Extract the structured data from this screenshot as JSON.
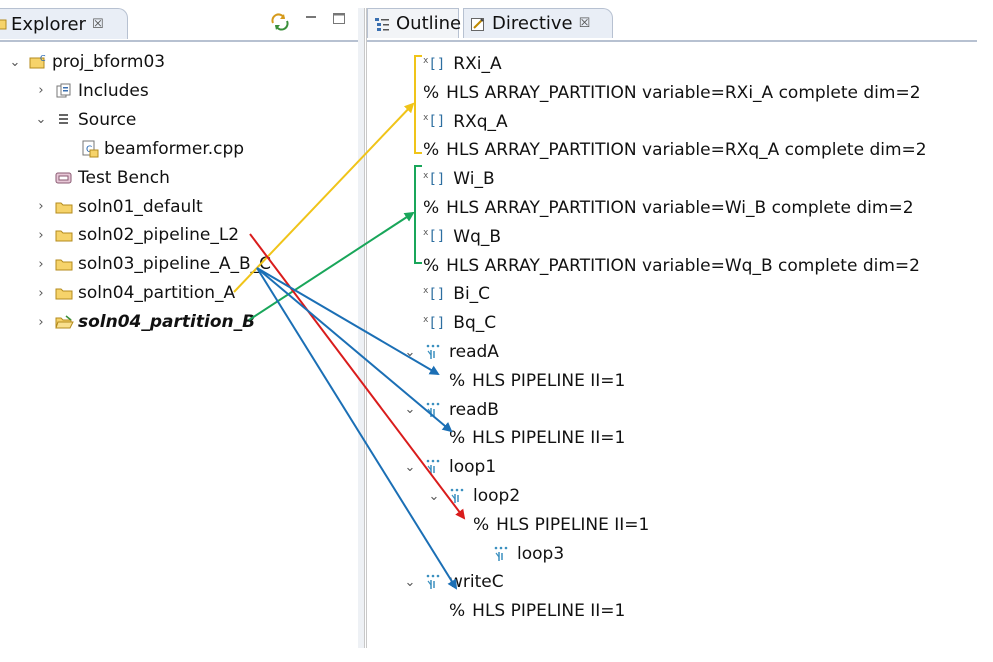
{
  "explorer": {
    "tab_label": "Explorer",
    "tab_close": "☒",
    "tree": [
      {
        "label": "proj_bform03",
        "indent": 0,
        "twisty": "⌄",
        "icon": "project-icon",
        "bold": false
      },
      {
        "label": "Includes",
        "indent": 1,
        "twisty": "›",
        "icon": "includes-icon",
        "bold": false
      },
      {
        "label": "Source",
        "indent": 1,
        "twisty": "⌄",
        "icon": "source-icon",
        "bold": false
      },
      {
        "label": "beamformer.cpp",
        "indent": 2,
        "twisty": "",
        "icon": "cpp-file-icon",
        "bold": false
      },
      {
        "label": "Test Bench",
        "indent": 1,
        "twisty": "",
        "icon": "test-bench-icon",
        "bold": false
      },
      {
        "label": "soln01_default",
        "indent": 1,
        "twisty": "›",
        "icon": "folder-icon",
        "bold": false
      },
      {
        "label": "soln02_pipeline_L2",
        "indent": 1,
        "twisty": "›",
        "icon": "folder-icon",
        "bold": false
      },
      {
        "label": "soln03_pipeline_A_B_C",
        "indent": 1,
        "twisty": "›",
        "icon": "folder-icon",
        "bold": false
      },
      {
        "label": "soln04_partition_A",
        "indent": 1,
        "twisty": "›",
        "icon": "folder-icon",
        "bold": false
      },
      {
        "label": "soln04_partition_B",
        "indent": 1,
        "twisty": "›",
        "icon": "open-folder-icon",
        "bold": true
      }
    ]
  },
  "outline": {
    "tab_label": "Outline"
  },
  "directive": {
    "tab_label": "Directive",
    "tab_close": "☒",
    "rows": [
      {
        "text": "RXi_A",
        "kind": "var"
      },
      {
        "text": "HLS ARRAY_PARTITION variable=RXi_A complete dim=2",
        "kind": "pragma"
      },
      {
        "text": "RXq_A",
        "kind": "var"
      },
      {
        "text": "HLS ARRAY_PARTITION variable=RXq_A complete dim=2",
        "kind": "pragma"
      },
      {
        "text": "Wi_B",
        "kind": "var"
      },
      {
        "text": "HLS ARRAY_PARTITION variable=Wi_B complete dim=2",
        "kind": "pragma"
      },
      {
        "text": "Wq_B",
        "kind": "var"
      },
      {
        "text": "HLS ARRAY_PARTITION variable=Wq_B complete dim=2",
        "kind": "pragma"
      },
      {
        "text": "Bi_C",
        "kind": "var"
      },
      {
        "text": "Bq_C",
        "kind": "var"
      },
      {
        "text": "readA",
        "kind": "loop"
      },
      {
        "text": "HLS PIPELINE II=1",
        "kind": "pragma"
      },
      {
        "text": "readB",
        "kind": "loop"
      },
      {
        "text": "HLS PIPELINE II=1",
        "kind": "pragma"
      },
      {
        "text": "loop1",
        "kind": "loop"
      },
      {
        "text": "loop2",
        "kind": "loop"
      },
      {
        "text": "HLS PIPELINE II=1",
        "kind": "pragma"
      },
      {
        "text": "loop3",
        "kind": "loop"
      },
      {
        "text": "writeC",
        "kind": "loop"
      },
      {
        "text": "HLS PIPELINE II=1",
        "kind": "pragma"
      }
    ]
  },
  "symbols": {
    "percent": "%",
    "var_icon": "[]",
    "var_icon_sup": "x"
  },
  "annotation_colors": {
    "partition_A": "#f0c419",
    "partition_B": "#19a65a",
    "pipeline_A_B_C": "#1b6fb5",
    "pipeline_L2": "#d91c1c"
  }
}
